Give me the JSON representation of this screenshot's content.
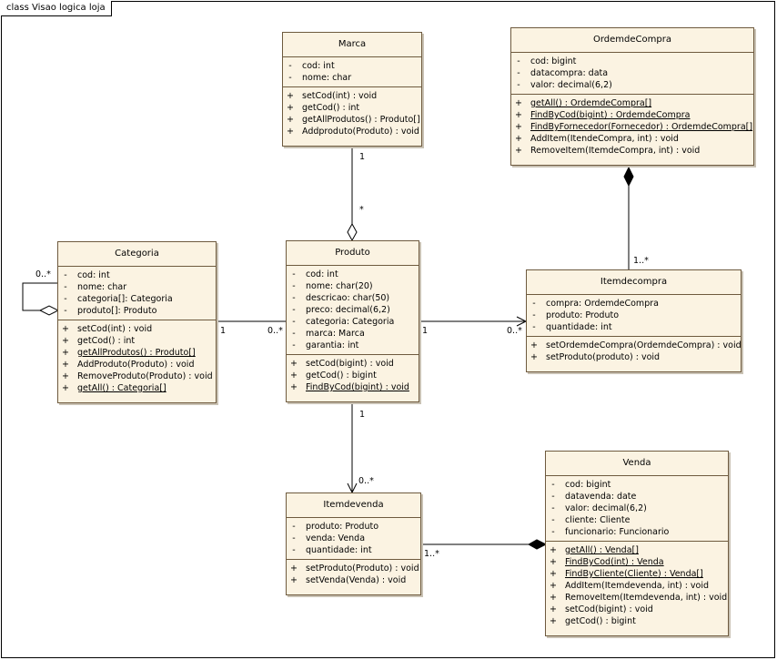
{
  "diagram_title": "class Visao logica loja",
  "classes": {
    "marca": {
      "name": "Marca",
      "attributes": [
        "cod:  int",
        "nome:  char"
      ],
      "operations": [
        "setCod(int) : void",
        "getCod() : int",
        "getAllProdutos() : Produto[]",
        "Addproduto(Produto) : void"
      ]
    },
    "ordemdecompra": {
      "name": "OrdemdeCompra",
      "attributes": [
        "cod:  bigint",
        "datacompra:  data",
        "valor:  decimal(6,2)"
      ],
      "operations": [
        "getAll() : OrdemdeCompra[]",
        "FindByCod(bigint) : OrdemdeCompra",
        "FindByFornecedor(Fornecedor) : OrdemdeCompra[]",
        "AddItem(ItendeCompra, int) : void",
        "RemoveItem(ItemdeCompra, int) : void"
      ]
    },
    "categoria": {
      "name": "Categoria",
      "attributes": [
        "cod:  int",
        "nome:  char",
        "categoria[]:  Categoria",
        "produto[]:  Produto"
      ],
      "operations": [
        "setCod(int) : void",
        "getCod() : int",
        "getAllProdutos() : Produto[]",
        "AddProduto(Produto) : void",
        "RemoveProduto(Produto) : void",
        "getAll() : Categoria[]"
      ]
    },
    "produto": {
      "name": "Produto",
      "attributes": [
        "cod:  int",
        "nome:  char(20)",
        "descricao:  char(50)",
        "preco:  decimal(6,2)",
        "categoria:  Categoria",
        "marca:  Marca",
        "garantia:  int"
      ],
      "operations": [
        "setCod(bigint) : void",
        "getCod() : bigint",
        "FindByCod(bigint) : void"
      ]
    },
    "itemdecompra": {
      "name": "Itemdecompra",
      "attributes": [
        "compra:  OrdemdeCompra",
        "produto:  Produto",
        "quantidade:  int"
      ],
      "operations": [
        "setOrdemdeCompra(OrdemdeCompra) : void",
        "setProduto(produto) : void"
      ]
    },
    "itemdevenda": {
      "name": "Itemdevenda",
      "attributes": [
        "produto:  Produto",
        "venda:  Venda",
        "quantidade:  int"
      ],
      "operations": [
        "setProduto(Produto) : void",
        "setVenda(Venda) : void"
      ]
    },
    "venda": {
      "name": "Venda",
      "attributes": [
        "cod:  bigint",
        "datavenda:  date",
        "valor:  decimal(6,2)",
        "cliente:  Cliente",
        "funcionario:  Funcionario"
      ],
      "operations": [
        "getAll() : Venda[]",
        "FindByCod(int) : Venda",
        "FindByCliente(Cliente) : Venda[]",
        "AddItem(Itemdevenda, int) : void",
        "RemoveItem(Itemdevenda, int) : void",
        "setCod(bigint) : void",
        "getCod() : bigint"
      ]
    }
  },
  "multiplicities": {
    "marca_produto_marca_end": "1",
    "marca_produto_produto_end": "*",
    "ordem_item_item_end": "1..*",
    "categoria_self": "0..*",
    "categoria_produto_categoria_end": "1",
    "categoria_produto_produto_end": "0..*",
    "produto_itemdecompra_produto_end": "1",
    "produto_itemdecompra_item_end": "0..*",
    "produto_itemdevenda_produto_end": "1",
    "produto_itemdevenda_item_end": "0..*",
    "itemdevenda_venda_item_end": "1..*"
  },
  "attribute_visibility": "-",
  "operation_visibility": "+",
  "colors": {
    "class_fill": "#fbf3e2",
    "class_border": "#6e5a3e",
    "link_color": "#000000"
  }
}
